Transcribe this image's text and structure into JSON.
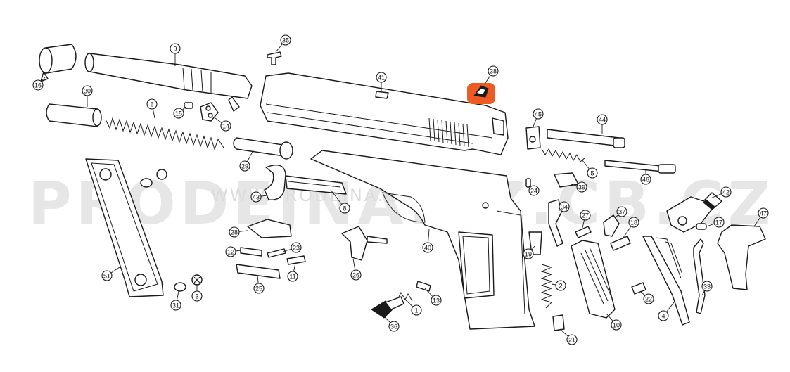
{
  "watermark": {
    "main": "PRODEJNA.CZ.CB.CZ",
    "sub": "WWW.PRODEJNA.CZ.CB.CZ"
  },
  "highlight_color": "#ee5a24",
  "highlighted_part": "38",
  "callouts": [
    "1",
    "2",
    "3",
    "4",
    "5",
    "6",
    "8",
    "9",
    "10",
    "11",
    "12",
    "13",
    "14",
    "15",
    "16",
    "17",
    "18",
    "19",
    "21",
    "22",
    "23",
    "24",
    "25",
    "26",
    "27",
    "28",
    "29",
    "30",
    "31",
    "33",
    "34",
    "35",
    "36",
    "37",
    "38",
    "39",
    "40",
    "41",
    "42",
    "43",
    "44",
    "45",
    "46",
    "47",
    "51"
  ]
}
